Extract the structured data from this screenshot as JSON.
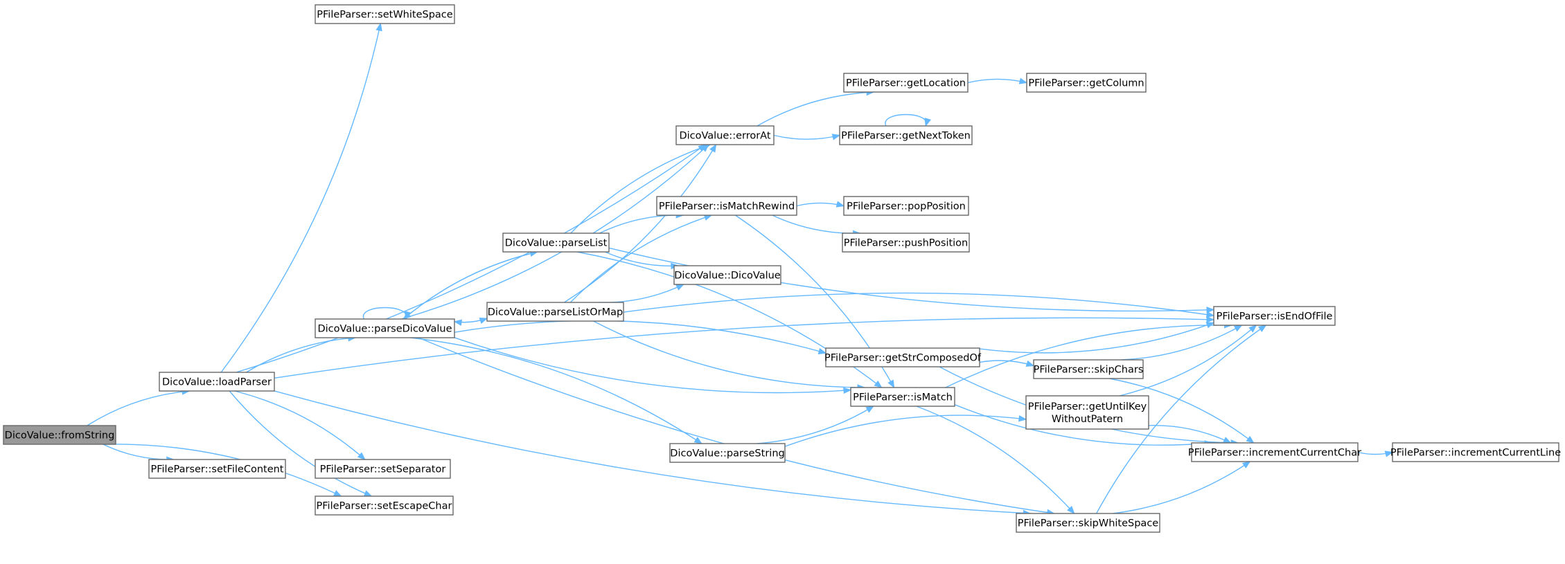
{
  "graph": {
    "title": "",
    "colors": {
      "edge": "#63b8ff",
      "node_border": "#666666",
      "node_fill": "#ffffff",
      "root_fill": "#999999"
    },
    "nodes": [
      {
        "id": "fromString",
        "label": "DicoValue::fromString",
        "root": true
      },
      {
        "id": "loadParser",
        "label": "DicoValue::loadParser"
      },
      {
        "id": "setFileContent",
        "label": "PFileParser::setFileContent"
      },
      {
        "id": "setEscapeChar",
        "label": "PFileParser::setEscapeChar"
      },
      {
        "id": "setWhiteSpace",
        "label": "PFileParser::setWhiteSpace"
      },
      {
        "id": "isEndOfFile",
        "label": "PFileParser::isEndOfFile"
      },
      {
        "id": "errorAt",
        "label": "DicoValue::errorAt"
      },
      {
        "id": "parseDicoValue",
        "label": "DicoValue::parseDicoValue"
      },
      {
        "id": "setSeparator",
        "label": "PFileParser::setSeparator"
      },
      {
        "id": "skipWhiteSpace",
        "label": "PFileParser::skipWhiteSpace"
      },
      {
        "id": "parseList",
        "label": "DicoValue::parseList"
      },
      {
        "id": "parseListOrMap",
        "label": "DicoValue::parseListOrMap"
      },
      {
        "id": "getStrComposedOf",
        "label": "PFileParser::getStrComposedOf"
      },
      {
        "id": "isMatch",
        "label": "PFileParser::isMatch"
      },
      {
        "id": "parseString",
        "label": "DicoValue::parseString"
      },
      {
        "id": "getLocation",
        "label": "PFileParser::getLocation"
      },
      {
        "id": "getNextToken",
        "label": "PFileParser::getNextToken"
      },
      {
        "id": "getColumn",
        "label": "PFileParser::getColumn"
      },
      {
        "id": "isMatchRewind",
        "label": "PFileParser::isMatchRewind"
      },
      {
        "id": "DicoValue",
        "label": "DicoValue::DicoValue"
      },
      {
        "id": "popPosition",
        "label": "PFileParser::popPosition"
      },
      {
        "id": "pushPosition",
        "label": "PFileParser::pushPosition"
      },
      {
        "id": "skipChars",
        "label": "PFileParser::skipChars"
      },
      {
        "id": "incrementCurrentChar",
        "label": "PFileParser::incrementCurrentChar"
      },
      {
        "id": "getUntilKeyWithoutPatern",
        "label": "PFileParser::getUntilKey\nWithoutPatern"
      },
      {
        "id": "incrementCurrentLine",
        "label": "PFileParser::incrementCurrentLine"
      }
    ],
    "edges": [
      {
        "from": "fromString",
        "to": "loadParser"
      },
      {
        "from": "fromString",
        "to": "setFileContent"
      },
      {
        "from": "fromString",
        "to": "setEscapeChar"
      },
      {
        "from": "loadParser",
        "to": "setWhiteSpace"
      },
      {
        "from": "loadParser",
        "to": "isEndOfFile"
      },
      {
        "from": "loadParser",
        "to": "errorAt"
      },
      {
        "from": "loadParser",
        "to": "parseDicoValue"
      },
      {
        "from": "loadParser",
        "to": "setEscapeChar"
      },
      {
        "from": "loadParser",
        "to": "setSeparator"
      },
      {
        "from": "loadParser",
        "to": "skipWhiteSpace"
      },
      {
        "from": "parseDicoValue",
        "to": "parseDicoValue"
      },
      {
        "from": "parseDicoValue",
        "to": "errorAt"
      },
      {
        "from": "parseDicoValue",
        "to": "parseList"
      },
      {
        "from": "parseDicoValue",
        "to": "parseListOrMap"
      },
      {
        "from": "parseDicoValue",
        "to": "getStrComposedOf"
      },
      {
        "from": "parseDicoValue",
        "to": "isMatch"
      },
      {
        "from": "parseDicoValue",
        "to": "parseString"
      },
      {
        "from": "parseDicoValue",
        "to": "skipWhiteSpace"
      },
      {
        "from": "parseList",
        "to": "errorAt"
      },
      {
        "from": "parseList",
        "to": "isEndOfFile"
      },
      {
        "from": "parseList",
        "to": "isMatchRewind"
      },
      {
        "from": "parseList",
        "to": "DicoValue"
      },
      {
        "from": "parseList",
        "to": "isMatch"
      },
      {
        "from": "parseList",
        "to": "parseDicoValue"
      },
      {
        "from": "parseListOrMap",
        "to": "parseDicoValue"
      },
      {
        "from": "parseListOrMap",
        "to": "errorAt"
      },
      {
        "from": "parseListOrMap",
        "to": "isMatchRewind"
      },
      {
        "from": "parseListOrMap",
        "to": "DicoValue"
      },
      {
        "from": "parseListOrMap",
        "to": "isEndOfFile"
      },
      {
        "from": "parseListOrMap",
        "to": "isMatch"
      },
      {
        "from": "errorAt",
        "to": "getLocation"
      },
      {
        "from": "errorAt",
        "to": "getNextToken"
      },
      {
        "from": "getLocation",
        "to": "getColumn"
      },
      {
        "from": "getNextToken",
        "to": "getNextToken"
      },
      {
        "from": "isMatchRewind",
        "to": "popPosition"
      },
      {
        "from": "isMatchRewind",
        "to": "pushPosition"
      },
      {
        "from": "isMatchRewind",
        "to": "isMatch"
      },
      {
        "from": "getStrComposedOf",
        "to": "isEndOfFile"
      },
      {
        "from": "getStrComposedOf",
        "to": "skipChars"
      },
      {
        "from": "getStrComposedOf",
        "to": "incrementCurrentChar"
      },
      {
        "from": "isMatch",
        "to": "isEndOfFile"
      },
      {
        "from": "isMatch",
        "to": "incrementCurrentChar"
      },
      {
        "from": "isMatch",
        "to": "skipWhiteSpace"
      },
      {
        "from": "parseString",
        "to": "isMatch"
      },
      {
        "from": "parseString",
        "to": "getUntilKeyWithoutPatern"
      },
      {
        "from": "skipChars",
        "to": "isEndOfFile"
      },
      {
        "from": "skipChars",
        "to": "incrementCurrentChar"
      },
      {
        "from": "getUntilKeyWithoutPatern",
        "to": "isEndOfFile"
      },
      {
        "from": "getUntilKeyWithoutPatern",
        "to": "incrementCurrentChar"
      },
      {
        "from": "incrementCurrentChar",
        "to": "incrementCurrentLine"
      },
      {
        "from": "skipWhiteSpace",
        "to": "isEndOfFile"
      },
      {
        "from": "skipWhiteSpace",
        "to": "incrementCurrentChar"
      }
    ]
  }
}
